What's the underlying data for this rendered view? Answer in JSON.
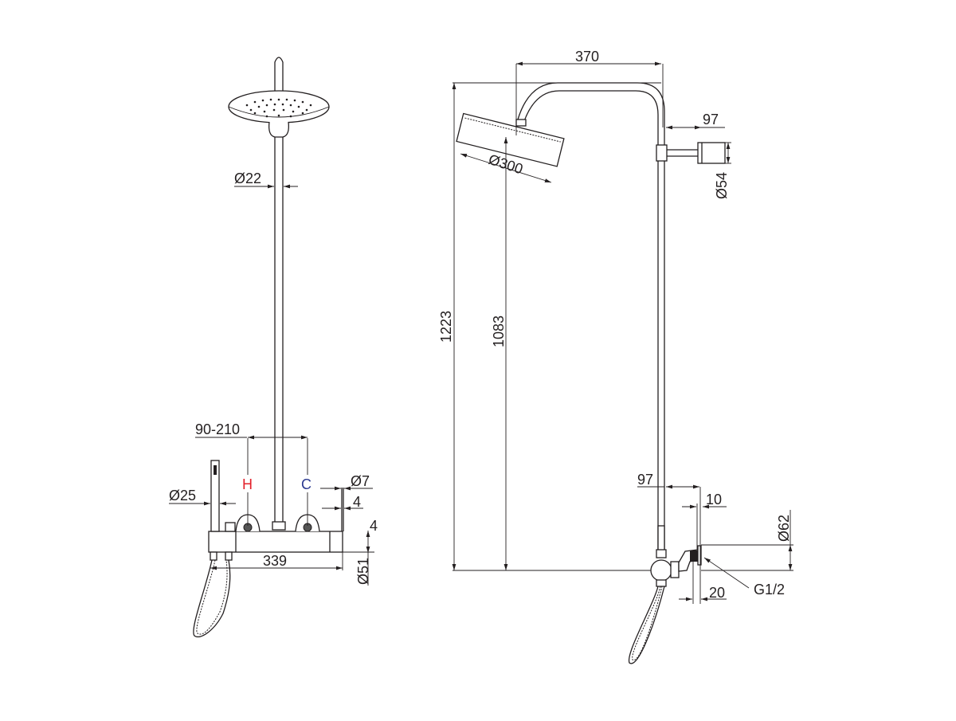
{
  "drawing": {
    "front_view": {
      "labels": {
        "riser_diameter": "Ø22",
        "inlet_spacing": "90-210",
        "hot": "H",
        "cold": "C",
        "handshower_diameter": "Ø25",
        "wall_plate_diameter": "Ø7",
        "wall_plate_gap": "4",
        "vertical_offset": "4",
        "mixer_length": "339",
        "mixer_diameter": "Ø51"
      },
      "colors": {
        "hot": "#e3202a",
        "cold": "#2b3990"
      }
    },
    "side_view": {
      "labels": {
        "arm_reach": "370",
        "bracket_offset": "97",
        "bracket_diameter": "Ø54",
        "head_diameter": "Ø300",
        "total_height": "1223",
        "head_height": "1083",
        "mixer_offset": "97",
        "flange_thickness": "10",
        "flange_diameter": "Ø62",
        "connection_thread": "G1/2",
        "connector_depth": "20"
      }
    },
    "line_color": "#231f20"
  }
}
